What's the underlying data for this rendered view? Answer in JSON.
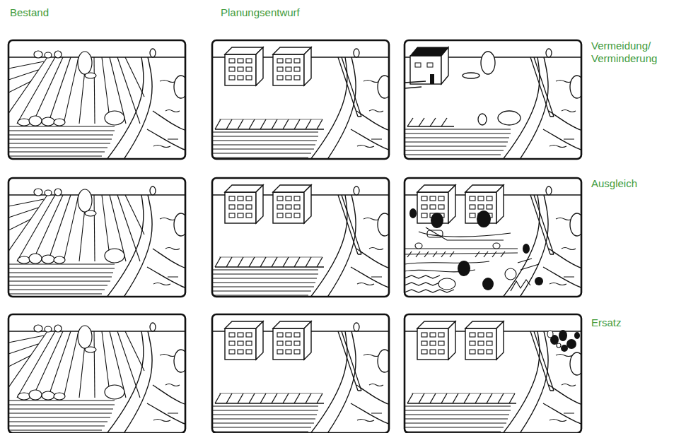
{
  "diagram": {
    "labels": [
      "Bestand",
      "Planungsentwurf",
      "Vermeidung/ Verminderung",
      "Ausgleich",
      "Ersatz"
    ]
  }
}
